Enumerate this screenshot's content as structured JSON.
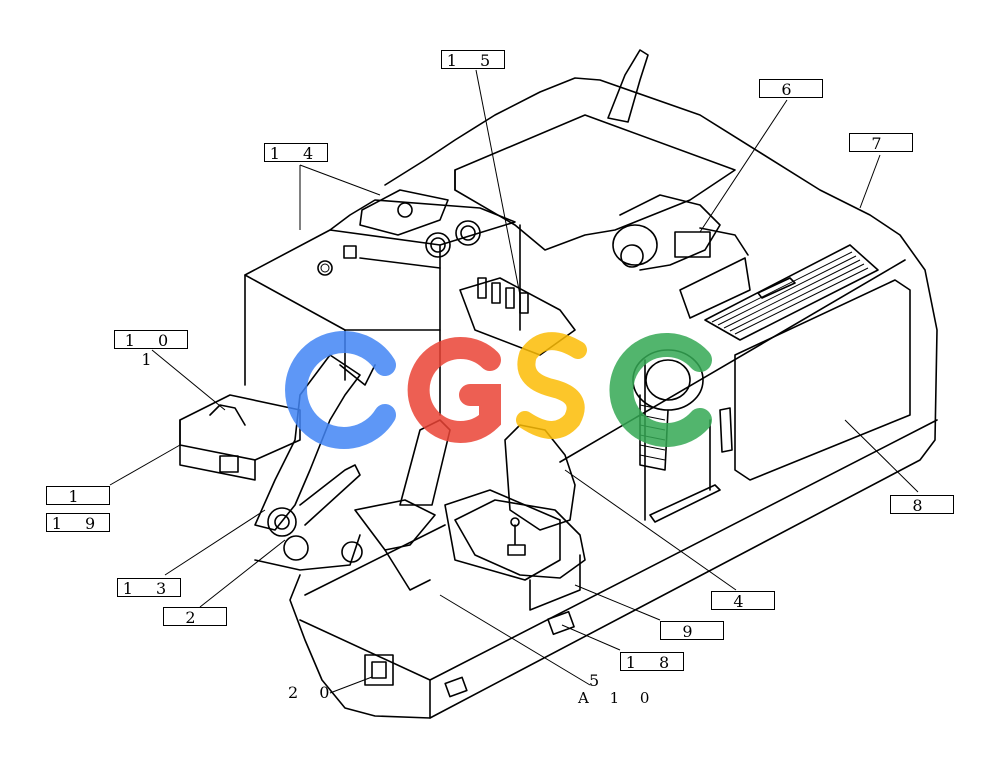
{
  "callouts": {
    "c15": "1 5",
    "c6": "6",
    "c7": "7",
    "c14": "1 4",
    "c101": "1 0 1",
    "c1": "1",
    "c19": "1 9",
    "c13": "1 3",
    "c2": "2",
    "c8": "8",
    "c4": "4",
    "c9": "9",
    "c18": "1 8",
    "c20": "2 0",
    "c5": "5",
    "a10": "A 1 0"
  },
  "watermark": {
    "letters": [
      "C",
      "G",
      "S",
      "C"
    ],
    "colors": [
      "#4285F4",
      "#EA4335",
      "#FBBC05",
      "#34A853"
    ]
  }
}
